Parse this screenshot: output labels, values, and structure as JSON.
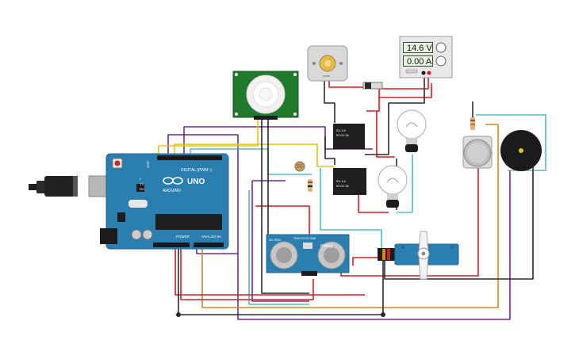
{
  "arduino": {
    "brand": "ARDUINO",
    "model": "UNO",
    "digital_label": "DIGITAL (PWM~)",
    "power_label": "POWER",
    "analog_label": "ANALOG IN",
    "aref": "AREF",
    "gnd": "GND",
    "tx": "TX",
    "rx": "RX",
    "l": "L"
  },
  "psu": {
    "voltage": "14.6 V",
    "current": "0.00 A"
  },
  "relay1": {
    "line1": "5V-1-8",
    "line2": "5V-DC-3A"
  },
  "relay2": {
    "line1": "5V-1-8",
    "line2": "5V-DC-3A"
  },
  "ultrasonic": {
    "model": "PING))",
    "label_left": "HC-SR04",
    "label_top": "TRIG ECHO GND"
  },
  "dc_motor": {
    "label": "motor"
  },
  "colors": {
    "board": "#2b7fb0",
    "wire_red": "#d11f26",
    "wire_black": "#2a2a2a",
    "wire_yellow": "#e3c21b",
    "wire_purple": "#6b2f8f",
    "wire_orange": "#d9871c",
    "wire_cyan": "#5bb7c7",
    "pir_board": "#1f7a2d"
  }
}
